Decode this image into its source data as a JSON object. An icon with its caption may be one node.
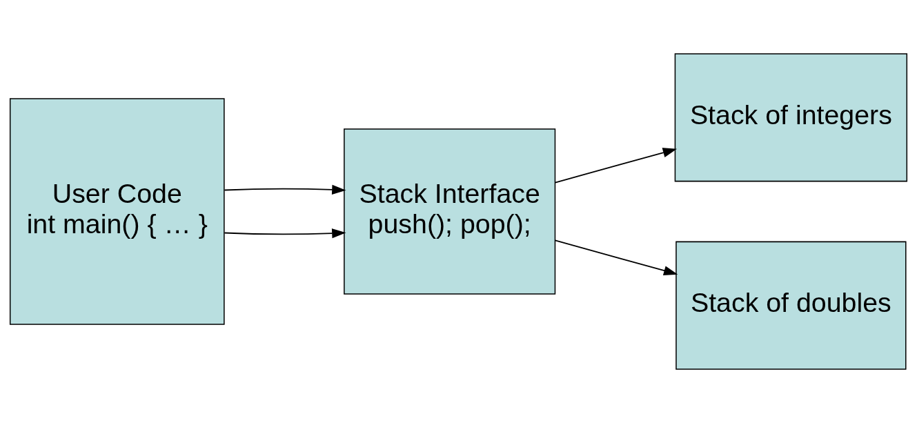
{
  "diagram": {
    "nodes": [
      {
        "text": [
          "User Code",
          "int main() { … }"
        ]
      },
      {
        "text": [
          "Stack Interface",
          "push(); pop();"
        ]
      },
      {
        "text": [
          "Stack of integers"
        ]
      },
      {
        "text": [
          "Stack of doubles"
        ]
      }
    ],
    "edges": [
      {
        "from": 0,
        "to": 1,
        "arrow": "to"
      },
      {
        "from": 0,
        "to": 1,
        "arrow": "to"
      },
      {
        "from": 1,
        "to": 2,
        "arrow": "to"
      },
      {
        "from": 1,
        "to": 3,
        "arrow": "to"
      }
    ]
  }
}
